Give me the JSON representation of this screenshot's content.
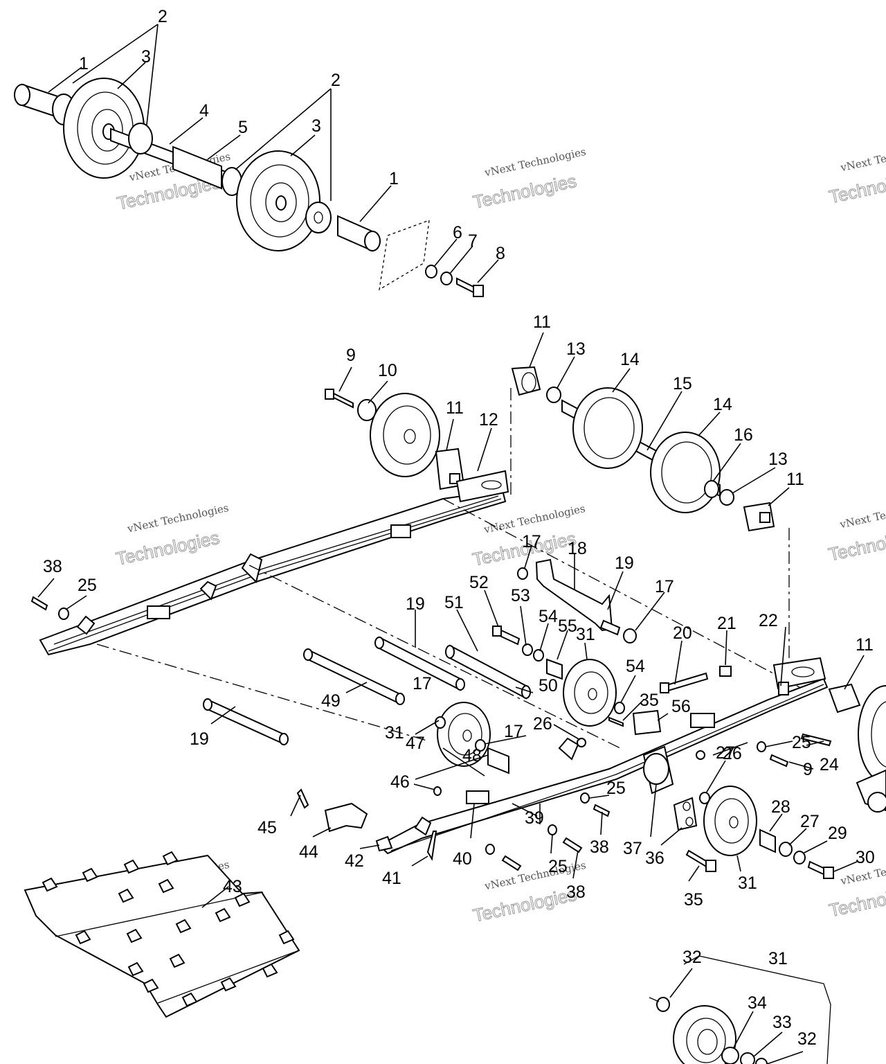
{
  "watermark": {
    "line1": "vNext Technologies",
    "line2": "vNext",
    "line3": "Technologies"
  },
  "callouts": [
    {
      "id": "c-1a",
      "text": "1"
    },
    {
      "id": "c-2a",
      "text": "2"
    },
    {
      "id": "c-3a",
      "text": "3"
    },
    {
      "id": "c-4",
      "text": "4"
    },
    {
      "id": "c-5",
      "text": "5"
    },
    {
      "id": "c-2b",
      "text": "2"
    },
    {
      "id": "c-3b",
      "text": "3"
    },
    {
      "id": "c-1b",
      "text": "1"
    },
    {
      "id": "c-6",
      "text": "6"
    },
    {
      "id": "c-7",
      "text": "7"
    },
    {
      "id": "c-8",
      "text": "8"
    },
    {
      "id": "c-9a",
      "text": "9"
    },
    {
      "id": "c-10",
      "text": "10"
    },
    {
      "id": "c-11a",
      "text": "11"
    },
    {
      "id": "c-11b",
      "text": "11"
    },
    {
      "id": "c-12",
      "text": "12"
    },
    {
      "id": "c-13a",
      "text": "13"
    },
    {
      "id": "c-14a",
      "text": "14"
    },
    {
      "id": "c-15",
      "text": "15"
    },
    {
      "id": "c-14b",
      "text": "14"
    },
    {
      "id": "c-16",
      "text": "16"
    },
    {
      "id": "c-13b",
      "text": "13"
    },
    {
      "id": "c-11c",
      "text": "11"
    },
    {
      "id": "c-17a",
      "text": "17"
    },
    {
      "id": "c-18",
      "text": "18"
    },
    {
      "id": "c-19a",
      "text": "19"
    },
    {
      "id": "c-17b",
      "text": "17"
    },
    {
      "id": "c-38a",
      "text": "38"
    },
    {
      "id": "c-25a",
      "text": "25"
    },
    {
      "id": "c-52",
      "text": "52"
    },
    {
      "id": "c-53",
      "text": "53"
    },
    {
      "id": "c-54a",
      "text": "54"
    },
    {
      "id": "c-55",
      "text": "55"
    },
    {
      "id": "c-31a",
      "text": "31"
    },
    {
      "id": "c-51",
      "text": "51"
    },
    {
      "id": "c-19b",
      "text": "19"
    },
    {
      "id": "c-20",
      "text": "20"
    },
    {
      "id": "c-21",
      "text": "21"
    },
    {
      "id": "c-22",
      "text": "22"
    },
    {
      "id": "c-11d",
      "text": "11"
    },
    {
      "id": "c-54b",
      "text": "54"
    },
    {
      "id": "c-35a",
      "text": "35"
    },
    {
      "id": "c-56",
      "text": "56"
    },
    {
      "id": "c-50",
      "text": "50"
    },
    {
      "id": "c-49",
      "text": "49"
    },
    {
      "id": "c-17c",
      "text": "17"
    },
    {
      "id": "c-19c",
      "text": "19"
    },
    {
      "id": "c-31b",
      "text": "31"
    },
    {
      "id": "c-17d",
      "text": "17"
    },
    {
      "id": "c-26a",
      "text": "26"
    },
    {
      "id": "c-47",
      "text": "47"
    },
    {
      "id": "c-48",
      "text": "48"
    },
    {
      "id": "c-46",
      "text": "46"
    },
    {
      "id": "c-26b",
      "text": "26"
    },
    {
      "id": "c-25b",
      "text": "25"
    },
    {
      "id": "c-9b",
      "text": "9"
    },
    {
      "id": "c-24",
      "text": "24"
    },
    {
      "id": "c-25c",
      "text": "25"
    },
    {
      "id": "c-27a",
      "text": "27"
    },
    {
      "id": "c-28",
      "text": "28"
    },
    {
      "id": "c-27b",
      "text": "27"
    },
    {
      "id": "c-29",
      "text": "29"
    },
    {
      "id": "c-30",
      "text": "30"
    },
    {
      "id": "c-45",
      "text": "45"
    },
    {
      "id": "c-44",
      "text": "44"
    },
    {
      "id": "c-42",
      "text": "42"
    },
    {
      "id": "c-39",
      "text": "39"
    },
    {
      "id": "c-40",
      "text": "40"
    },
    {
      "id": "c-41",
      "text": "41"
    },
    {
      "id": "c-38b",
      "text": "38"
    },
    {
      "id": "c-37",
      "text": "37"
    },
    {
      "id": "c-36",
      "text": "36"
    },
    {
      "id": "c-25d",
      "text": "25"
    },
    {
      "id": "c-38c",
      "text": "38"
    },
    {
      "id": "c-35b",
      "text": "35"
    },
    {
      "id": "c-31c",
      "text": "31"
    },
    {
      "id": "c-43",
      "text": "43"
    },
    {
      "id": "c-32a",
      "text": "32"
    },
    {
      "id": "c-31d",
      "text": "31"
    },
    {
      "id": "c-34",
      "text": "34"
    },
    {
      "id": "c-33",
      "text": "33"
    },
    {
      "id": "c-32b",
      "text": "32"
    }
  ]
}
